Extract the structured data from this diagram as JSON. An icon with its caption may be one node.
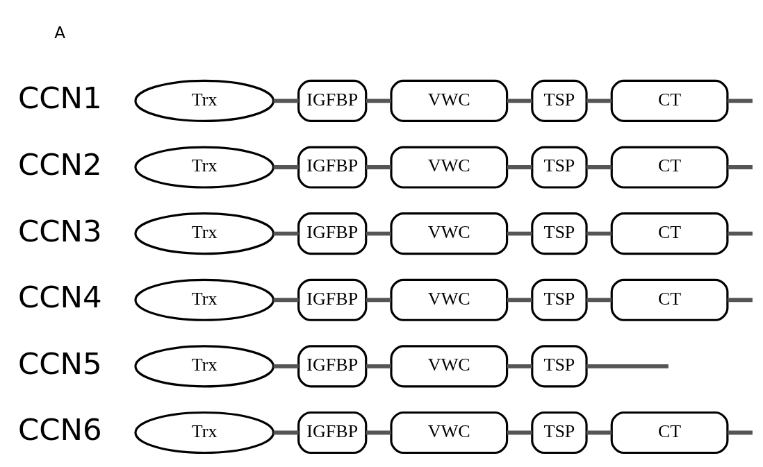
{
  "diagram": {
    "nodes": [
      {
        "text": [
          "Trx"
        ]
      },
      {
        "text": [
          "IGFBP"
        ]
      },
      {
        "text": [
          "VWC"
        ]
      },
      {
        "text": [
          "TSP"
        ]
      },
      {
        "text": [
          "CT"
        ]
      },
      {
        "text": [
          "Trx"
        ]
      },
      {
        "text": [
          "IGFBP"
        ]
      },
      {
        "text": [
          "VWC"
        ]
      },
      {
        "text": [
          "TSP"
        ]
      },
      {
        "text": [
          "CT"
        ]
      },
      {
        "text": [
          "Trx"
        ]
      },
      {
        "text": [
          "IGFBP"
        ]
      },
      {
        "text": [
          "VWC"
        ]
      },
      {
        "text": [
          "TSP"
        ]
      },
      {
        "text": [
          "CT"
        ]
      },
      {
        "text": [
          "Trx"
        ]
      },
      {
        "text": [
          "IGFBP"
        ]
      },
      {
        "text": [
          "VWC"
        ]
      },
      {
        "text": [
          "TSP"
        ]
      },
      {
        "text": [
          "CT"
        ]
      },
      {
        "text": [
          "Trx"
        ]
      },
      {
        "text": [
          "IGFBP"
        ]
      },
      {
        "text": [
          "VWC"
        ]
      },
      {
        "text": [
          "TSP"
        ]
      },
      {
        "text": [
          "Trx"
        ]
      },
      {
        "text": [
          "IGFBP"
        ]
      },
      {
        "text": [
          "VWC"
        ]
      },
      {
        "text": [
          "TSP"
        ]
      },
      {
        "text": [
          "CT"
        ]
      }
    ],
    "edges": [
      {
        "from": 0,
        "to": 1,
        "arrow": "none"
      },
      {
        "from": 1,
        "to": 2,
        "arrow": "none"
      },
      {
        "from": 2,
        "to": 3,
        "arrow": "none"
      },
      {
        "from": 3,
        "to": 4,
        "arrow": "none"
      },
      {
        "from": 4,
        "to": null,
        "arrow": "none"
      },
      {
        "from": 5,
        "to": 6,
        "arrow": "none"
      },
      {
        "from": 6,
        "to": 7,
        "arrow": "none"
      },
      {
        "from": 7,
        "to": 8,
        "arrow": "none"
      },
      {
        "from": 8,
        "to": 9,
        "arrow": "none"
      },
      {
        "from": 9,
        "to": null,
        "arrow": "none"
      },
      {
        "from": 10,
        "to": 11,
        "arrow": "none"
      },
      {
        "from": 11,
        "to": 12,
        "arrow": "none"
      },
      {
        "from": 12,
        "to": 13,
        "arrow": "none"
      },
      {
        "from": 13,
        "to": 14,
        "arrow": "none"
      },
      {
        "from": 14,
        "to": null,
        "arrow": "none"
      },
      {
        "from": 15,
        "to": 16,
        "arrow": "none"
      },
      {
        "from": 16,
        "to": 17,
        "arrow": "none"
      },
      {
        "from": 17,
        "to": 18,
        "arrow": "none"
      },
      {
        "from": 18,
        "to": 19,
        "arrow": "none"
      },
      {
        "from": 19,
        "to": null,
        "arrow": "none"
      },
      {
        "from": 20,
        "to": 21,
        "arrow": "none"
      },
      {
        "from": 21,
        "to": 22,
        "arrow": "none"
      },
      {
        "from": 22,
        "to": 23,
        "arrow": "none"
      },
      {
        "from": 23,
        "to": null,
        "arrow": "none"
      },
      {
        "from": 24,
        "to": 25,
        "arrow": "none"
      },
      {
        "from": 25,
        "to": 26,
        "arrow": "none"
      },
      {
        "from": 26,
        "to": 27,
        "arrow": "none"
      },
      {
        "from": 27,
        "to": 28,
        "arrow": "none"
      },
      {
        "from": 28,
        "to": null,
        "arrow": "none"
      }
    ],
    "labels": [
      "A",
      "CCN1",
      "CCN2",
      "CCN3",
      "CCN4",
      "CCN5",
      "CCN6"
    ]
  }
}
